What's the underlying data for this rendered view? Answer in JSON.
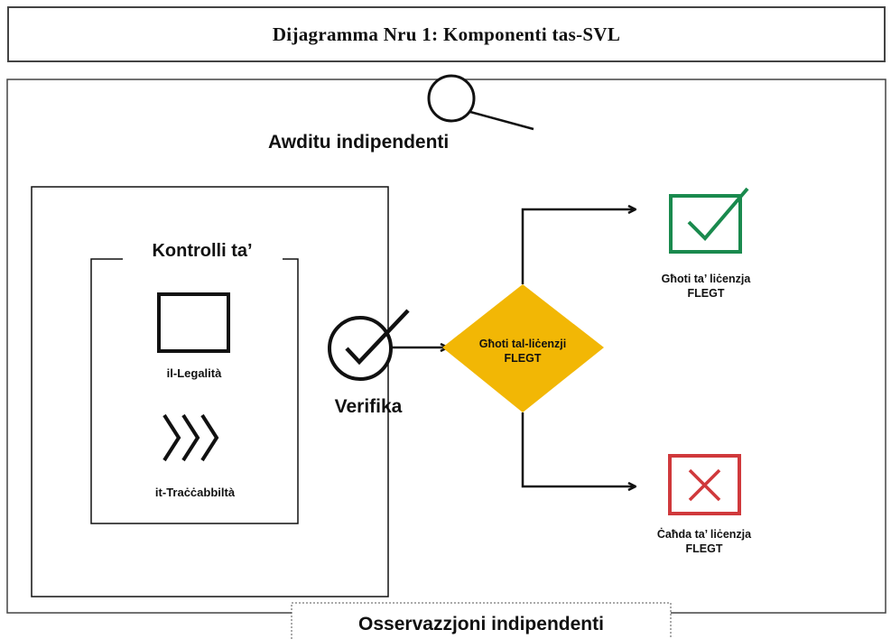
{
  "title": "Dijagramma Nru 1: Komponenti tas-SVL",
  "audit": {
    "label": "Awditu indipendenti",
    "icon": "magnifier-icon"
  },
  "controls": {
    "heading": "Kontrolli ta’",
    "legality": {
      "label": "il-Legalità",
      "icon": "square-icon"
    },
    "traceability": {
      "label": "it-Traċċabbiltà",
      "icon": "chevrons-icon"
    }
  },
  "verification": {
    "label": "Verifika",
    "icon": "check-circle-icon"
  },
  "decision": {
    "line1": "Għoti tal-liċenzji",
    "line2": "FLEGT",
    "color": "#f2b705"
  },
  "outcomes": {
    "granted": {
      "line1": "Għoti ta’ liċenzja",
      "line2": "FLEGT",
      "color": "#1a8a4e",
      "icon": "checkbox-tick-icon"
    },
    "refused": {
      "line1": "Ċaħda ta’ liċenzja",
      "line2": "FLEGT",
      "color": "#d0393c",
      "icon": "checkbox-cross-icon"
    }
  },
  "observation": {
    "label": "Osservazzjoni indipendenti"
  }
}
